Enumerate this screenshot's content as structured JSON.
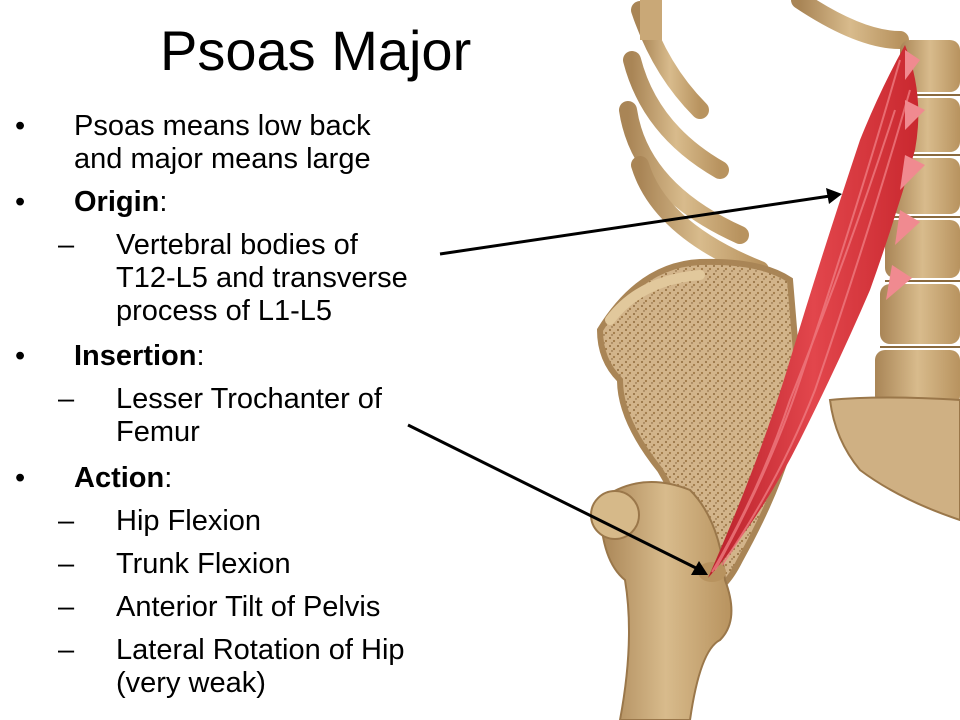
{
  "slide": {
    "title": "Psoas Major",
    "intro": {
      "line1": "Psoas means low back",
      "line2": "and major means large"
    },
    "origin": {
      "label": "Origin",
      "colon": ":",
      "detail_line1": "Vertebral bodies of",
      "detail_line2": "T12-L5 and transverse",
      "detail_line3": "process of L1-L5"
    },
    "insertion": {
      "label": "Insertion",
      "colon": ":",
      "detail_line1": "Lesser Trochanter of",
      "detail_line2": "Femur"
    },
    "action": {
      "label": "Action",
      "colon": ":",
      "items": [
        "Hip Flexion",
        "Trunk Flexion",
        "Anterior Tilt of Pelvis",
        "Lateral Rotation of Hip"
      ],
      "last_note": "(very weak)"
    },
    "bullet_glyph": "•",
    "dash_glyph": "–"
  },
  "colors": {
    "bone": "#c9a877",
    "bone_dark": "#8a6a3f",
    "muscle": "#d9323a",
    "muscle_light": "#ef7b80",
    "arrow": "#000000"
  }
}
